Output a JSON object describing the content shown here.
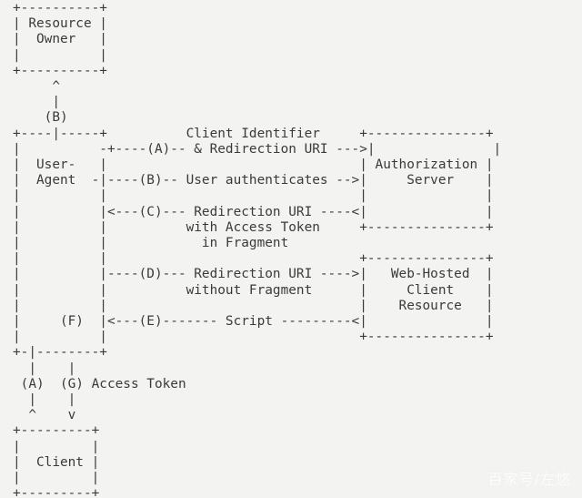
{
  "diagram": {
    "lines": [
      "+----------+",
      "| Resource |",
      "|  Owner   |",
      "|          |",
      "+----------+",
      "     ^",
      "     |",
      "    (B)",
      "+----|-----+          Client Identifier     +---------------+",
      "|          -+----(A)-- & Redirection URI --->|               |",
      "|  User-   |                                | Authorization |",
      "|  Agent  -|----(B)-- User authenticates -->|     Server    |",
      "|          |                                |               |",
      "|          |<---(C)--- Redirection URI ----<|               |",
      "|          |          with Access Token     +---------------+",
      "|          |            in Fragment",
      "|          |                                +---------------+",
      "|          |----(D)--- Redirection URI ---->|   Web-Hosted  |",
      "|          |          without Fragment      |     Client    |",
      "|          |                                |    Resource   |",
      "|     (F)  |<---(E)------- Script ---------<|               |",
      "|          |                                +---------------+",
      "+-|--------+",
      "  |    |",
      " (A)  (G) Access Token",
      "  |    |",
      "  ^    v",
      "+---------+",
      "|         |",
      "|  Client |",
      "|         |",
      "+---------+"
    ],
    "watermark": "百家号/左悠"
  }
}
